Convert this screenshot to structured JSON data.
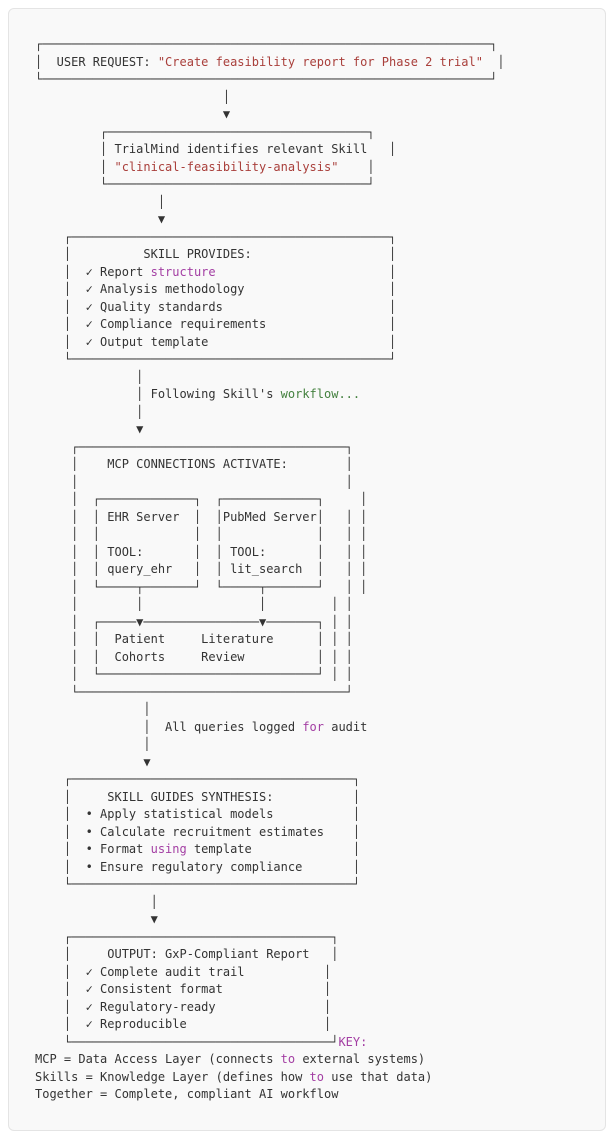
{
  "page": {
    "background": "#ffffff",
    "card_background": "#f9f9f9",
    "card_border": "#e4e4e4"
  },
  "colors": {
    "default_text": "#333333",
    "string_red": "#a93f3b",
    "keyword_purple": "#a33ea3",
    "string_green": "#44813f"
  },
  "diagram": {
    "lines": [
      [
        [
          "d",
          "┌──────────────────────────────────────────────────────────────┐"
        ]
      ],
      [
        [
          "d",
          "│  USER REQUEST: "
        ],
        [
          "r",
          "\"Create feasibility report for Phase 2 trial\""
        ],
        [
          "d",
          "  │"
        ]
      ],
      [
        [
          "d",
          "└──────────────────────────────────────────────────────────────┘"
        ]
      ],
      [
        [
          "d",
          "                          │"
        ]
      ],
      [
        [
          "d",
          "                          ▼"
        ]
      ],
      [
        [
          "d",
          "         ┌────────────────────────────────────┐"
        ]
      ],
      [
        [
          "d",
          "         │ TrialMind identifies relevant Skill   │"
        ]
      ],
      [
        [
          "d",
          "         │ "
        ],
        [
          "r",
          "\"clinical-feasibility-analysis\""
        ],
        [
          "d",
          "    │"
        ]
      ],
      [
        [
          "d",
          "         └────────────────────────────────────┘"
        ]
      ],
      [
        [
          "d",
          "                 │"
        ]
      ],
      [
        [
          "d",
          "                 ▼"
        ]
      ],
      [
        [
          "d",
          "    ┌────────────────────────────────────────────┐"
        ]
      ],
      [
        [
          "d",
          "    │          SKILL PROVIDES:                   │"
        ]
      ],
      [
        [
          "d",
          "    │  ✓ Report "
        ],
        [
          "p",
          "structure"
        ],
        [
          "d",
          "                        │"
        ]
      ],
      [
        [
          "d",
          "    │  ✓ Analysis methodology                    │"
        ]
      ],
      [
        [
          "d",
          "    │  ✓ Quality standards                       │"
        ]
      ],
      [
        [
          "d",
          "    │  ✓ Compliance requirements                 │"
        ]
      ],
      [
        [
          "d",
          "    │  ✓ Output template                         │"
        ]
      ],
      [
        [
          "d",
          "    └────────────────────────────────────────────┘"
        ]
      ],
      [
        [
          "d",
          "              │"
        ]
      ],
      [
        [
          "d",
          "              │ Following Skill's "
        ],
        [
          "g",
          "workflow..."
        ]
      ],
      [
        [
          "d",
          "              │"
        ]
      ],
      [
        [
          "d",
          "              ▼"
        ]
      ],
      [
        [
          "d",
          "     ┌─────────────────────────────────────┐"
        ]
      ],
      [
        [
          "d",
          "     │    MCP CONNECTIONS ACTIVATE:        │"
        ]
      ],
      [
        [
          "d",
          "     │                                     │"
        ]
      ],
      [
        [
          "d",
          "     │  ┌─────────────┐  ┌─────────────┐     │"
        ]
      ],
      [
        [
          "d",
          "     │  │ EHR Server  │  │PubMed Server│   │ │"
        ]
      ],
      [
        [
          "d",
          "     │  │             │  │             │   │ │"
        ]
      ],
      [
        [
          "d",
          "     │  │ TOOL:       │  │ TOOL:       │   │ │"
        ]
      ],
      [
        [
          "d",
          "     │  │ query_ehr   │  │ lit_search  │   │ │"
        ]
      ],
      [
        [
          "d",
          "     │  └─────┬───────┘  └─────┬───────┘   │ │"
        ]
      ],
      [
        [
          "d",
          "     │        │                │         │ │"
        ]
      ],
      [
        [
          "d",
          "     │  ┌─────▼────────────────▼───────┐ │ │"
        ]
      ],
      [
        [
          "d",
          "     │  │  Patient     Literature      │ │ │"
        ]
      ],
      [
        [
          "d",
          "     │  │  Cohorts     Review          │ │ │"
        ]
      ],
      [
        [
          "d",
          "     │  └──────────────────────────────┘ │ │"
        ]
      ],
      [
        [
          "d",
          "     └─────────────────────────────────────┘"
        ]
      ],
      [
        [
          "d",
          "               │"
        ]
      ],
      [
        [
          "d",
          "               │  All queries logged "
        ],
        [
          "p",
          "for"
        ],
        [
          "d",
          " audit"
        ]
      ],
      [
        [
          "d",
          "               │"
        ]
      ],
      [
        [
          "d",
          "               ▼"
        ]
      ],
      [
        [
          "d",
          "    ┌───────────────────────────────────────┐"
        ]
      ],
      [
        [
          "d",
          "    │     SKILL GUIDES SYNTHESIS:           │"
        ]
      ],
      [
        [
          "d",
          "    │  • Apply statistical models           │"
        ]
      ],
      [
        [
          "d",
          "    │  • Calculate recruitment estimates    │"
        ]
      ],
      [
        [
          "d",
          "    │  • Format "
        ],
        [
          "p",
          "using"
        ],
        [
          "d",
          " template              │"
        ]
      ],
      [
        [
          "d",
          "    │  • Ensure regulatory compliance       │"
        ]
      ],
      [
        [
          "d",
          "    └───────────────────────────────────────┘"
        ]
      ],
      [
        [
          "d",
          "                │"
        ]
      ],
      [
        [
          "d",
          "                ▼"
        ]
      ],
      [
        [
          "d",
          "    ┌────────────────────────────────────┐"
        ]
      ],
      [
        [
          "d",
          "    │     OUTPUT: GxP-Compliant Report   │"
        ]
      ],
      [
        [
          "d",
          "    │  ✓ Complete audit trail           │"
        ]
      ],
      [
        [
          "d",
          "    │  ✓ Consistent format              │"
        ]
      ],
      [
        [
          "d",
          "    │  ✓ Regulatory-ready               │"
        ]
      ],
      [
        [
          "d",
          "    │  ✓ Reproducible                   │"
        ]
      ],
      [
        [
          "d",
          "    └────────────────────────────────────┘"
        ],
        [
          "p",
          "KEY:"
        ]
      ],
      [
        [
          "d",
          "MCP = Data Access Layer (connects "
        ],
        [
          "p",
          "to"
        ],
        [
          "d",
          " external systems)"
        ]
      ],
      [
        [
          "d",
          "Skills = Knowledge Layer (defines how "
        ],
        [
          "p",
          "to"
        ],
        [
          "d",
          " use that data)"
        ]
      ],
      [
        [
          "d",
          "Together = Complete, compliant AI workflow"
        ]
      ]
    ]
  }
}
